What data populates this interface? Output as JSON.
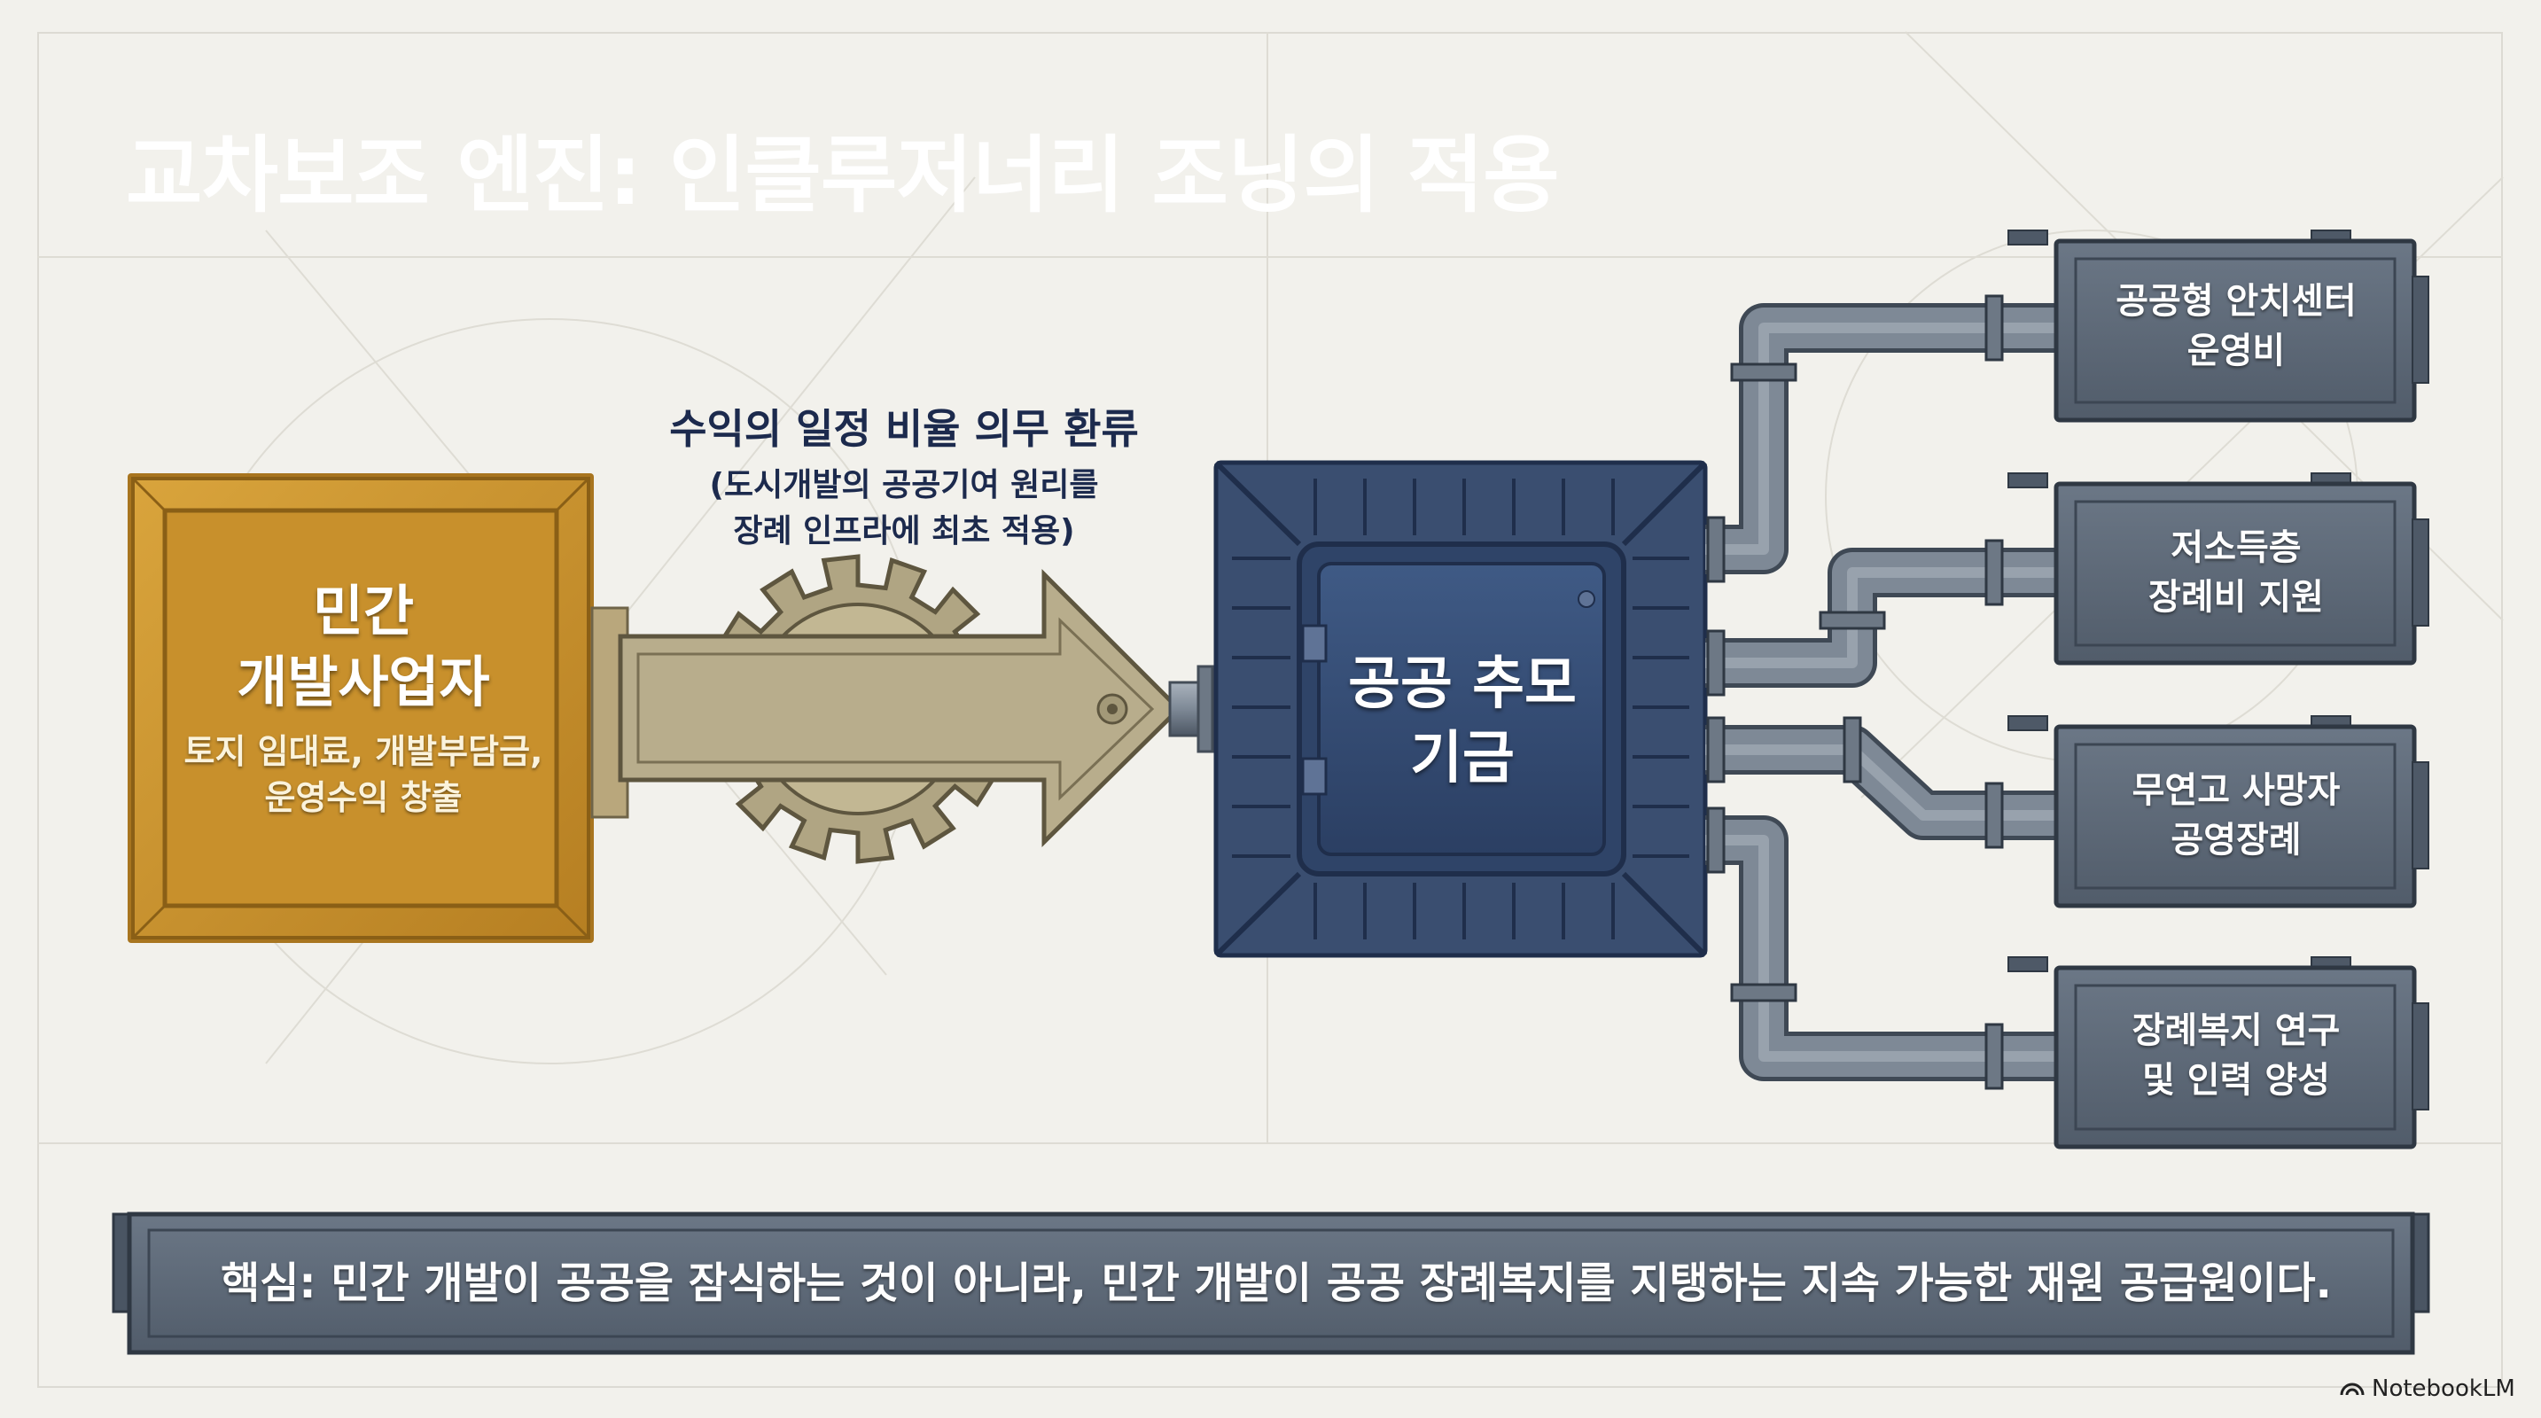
{
  "title": "교차보조 엔진: 인클루저너리 조닝의 적용",
  "developer": {
    "name_lines": [
      "민간",
      "개발사업자"
    ],
    "desc_lines": [
      "토지 임대료, 개발부담금,",
      "운영수익 창출"
    ]
  },
  "flow": {
    "main": "수익의 일정 비율 의무 환류",
    "sub_lines": [
      "(도시개발의 공공기여 원리를",
      "장례 인프라에 최초 적용)"
    ]
  },
  "fund": {
    "name_lines": [
      "공공 추모",
      "기금"
    ]
  },
  "outputs": [
    {
      "lines": [
        "공공형 안치센터",
        "운영비"
      ]
    },
    {
      "lines": [
        "저소득층",
        "장례비 지원"
      ]
    },
    {
      "lines": [
        "무연고 사망자",
        "공영장례"
      ]
    },
    {
      "lines": [
        "장례복지 연구",
        "및 인력 양성"
      ]
    }
  ],
  "core_message": "핵심: 민간 개발이 공공을 잠식하는 것이 아니라, 민간 개발이 공공 장례복지를 지탱하는 지속 가능한 재원 공급원이다.",
  "brand": "NotebookLM",
  "colors": {
    "gold": "#c9922e",
    "gold_dark": "#a8751f",
    "navy": "#334a70",
    "navy_dark": "#22355a",
    "steel": "#5c6877",
    "steel_dark": "#3f4a57",
    "pipe": "#7e8996",
    "brass": "#a89f86"
  }
}
